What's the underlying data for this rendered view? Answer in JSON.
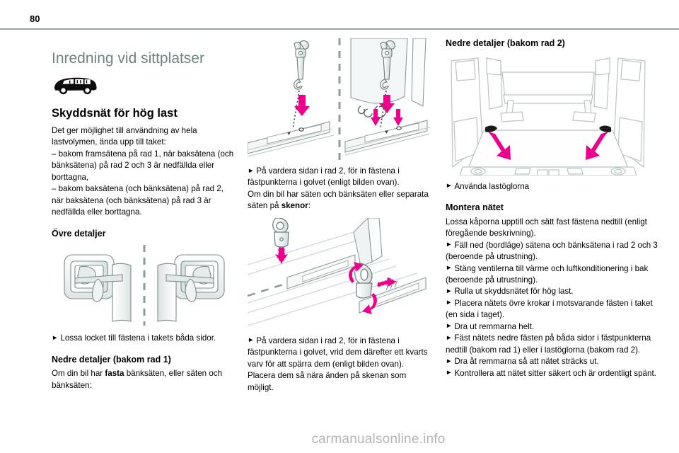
{
  "page": {
    "number": "80",
    "watermark": "carmanualsonline.info",
    "title_color": "#6f8482",
    "accent_magenta": "#ec008c",
    "rule_color": "#9aa3a3"
  },
  "doc": {
    "title": "Inredning vid sittplatser",
    "vehicle_icon": "van-icon"
  },
  "col1": {
    "section_heading": "Skyddsnät för hög last",
    "intro": "Det ger möjlighet till användning av hela lastvolymen, ända upp till taket:",
    "bullet1": "–  bakom framsätena på rad 1, när baksätena (och bänksätena) på rad 2 och 3 är nedfällda eller borttagna,",
    "bullet2": "–  bakom baksätena (och bänksätena) på rad 2, när baksätena (och bänksätena) på rad 3 är nedfällda eller borttagna.",
    "sub_heading_upper": "Övre detaljer",
    "figure_upper_name": "roof-anchor-cover-figure",
    "step_upper": "Lossa locket till fästena i takets båda sidor.",
    "sub_heading_lower": "Nedre detaljer (bakom rad 1)",
    "lower_text_a": "Om din bil har ",
    "lower_text_b": "fasta",
    "lower_text_c": " bänksäten, eller säten och bänksäten:"
  },
  "col2": {
    "figure_top_name": "floor-anchor-insert-figure",
    "step_1": "På vardera sidan i rad 2, för in fästena i fästpunkterna i golvet (enligt bilden ovan).",
    "para_1": "Om din bil har säten och bänksäten eller separata säten på ",
    "para_1_bold": "skenor",
    "para_1_end": ":",
    "figure_bottom_name": "rail-anchor-twist-figure",
    "step_2": "På vardera sidan i rad 2, för in fästena i fästpunkterna i golvet, vrid dem därefter ett kvarts varv för att spärra dem (enligt bilden ovan).",
    "para_2": "Placera dem så nära änden på skenan som möjligt."
  },
  "col3": {
    "sub_heading_top": "Nedre detaljer (bakom rad 2)",
    "figure_name": "cargo-area-lashing-eyes-figure",
    "step_top": "Använda lastöglorna",
    "sub_heading_mount": "Montera nätet",
    "mount_intro": "Lossa kåporna upptill och sätt fast fästena nedtill (enligt föregående beskrivning).",
    "steps": [
      "Fäll ned (bordläge) sätena och bänksätena i rad 2 och 3 (beroende på utrustning).",
      "Stäng ventilerna till värme och luftkonditionering i bak (beroende på utrustning).",
      "Rulla ut skyddsnätet för hög last.",
      "Placera nätets övre krokar i motsvarande fästen i taket (en sida i taget).",
      "Dra ut remmarna helt.",
      "Fäst nätets nedre fästen på båda sidor i fästpunkterna nedtill (bakom rad 1) eller i lastöglorna (bakom rad 2).",
      "Dra åt remmarna så att nätet sträcks ut.",
      "Kontrollera att nätet sitter säkert och är ordentligt spänt."
    ]
  },
  "glyphs": {
    "triangle_right": "►"
  }
}
